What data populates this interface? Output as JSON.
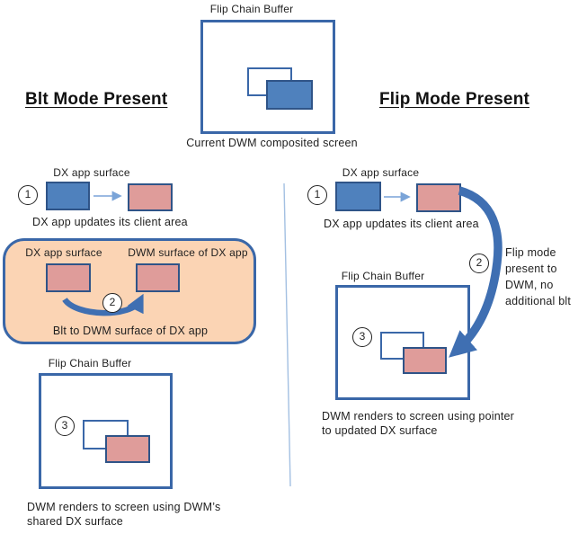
{
  "top_group": {
    "buffer_label": "Flip Chain Buffer",
    "caption": "Current DWM composited screen"
  },
  "blt_mode": {
    "heading": "Blt Mode Present",
    "step1": {
      "number": "1",
      "surface_label": "DX app surface",
      "caption": "DX app updates its client area"
    },
    "step2": {
      "number": "2",
      "source_label": "DX app surface",
      "target_label": "DWM surface of DX app",
      "caption": "Blt to DWM surface of DX app"
    },
    "step3": {
      "number": "3",
      "buffer_label": "Flip Chain Buffer",
      "caption": "DWM renders to screen using DWM’s shared DX surface"
    }
  },
  "flip_mode": {
    "heading": "Flip Mode Present",
    "step1": {
      "number": "1",
      "surface_label": "DX app surface",
      "caption": "DX app updates its client area"
    },
    "step2": {
      "number": "2",
      "caption": "Flip mode present to DWM, no additional blt"
    },
    "step3": {
      "number": "3",
      "buffer_label": "Flip Chain Buffer",
      "caption": "DWM renders to screen using pointer to updated DX surface"
    }
  },
  "colors": {
    "blue_fill": "#4F81BD",
    "pink_fill": "#DF9C9A",
    "peach_fill": "#FBD4B4",
    "box_border": "#3A67A8",
    "rect_border": "#2F5488",
    "arrow_thin": "#7AA4D8",
    "arrow_thick": "#3F6FB2",
    "divider": "#A3C0E2",
    "text": "#1f1f1f"
  }
}
